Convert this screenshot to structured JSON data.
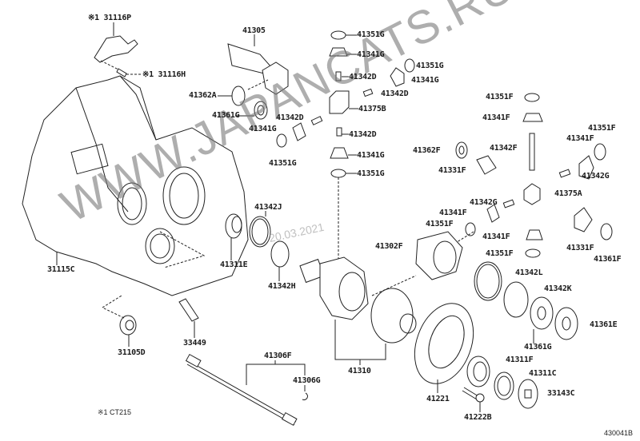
{
  "diagram": {
    "type": "exploded parts diagram",
    "subject": "transaxle housing and differential",
    "footnote": "※1 CT215",
    "diagram_code": "430041B",
    "watermark": "WWW.JAPANCATS.RU",
    "date_stamp": "20.03.2021"
  },
  "parts": [
    {
      "id": "p1",
      "number": "※1 31116P"
    },
    {
      "id": "p2",
      "number": "※1 31116H"
    },
    {
      "id": "p3",
      "number": "41305"
    },
    {
      "id": "p4",
      "number": "41362A"
    },
    {
      "id": "p5",
      "number": "41361G"
    },
    {
      "id": "p6",
      "number": "41342D"
    },
    {
      "id": "p7",
      "number": "41341G"
    },
    {
      "id": "p8",
      "number": "41351G"
    },
    {
      "id": "p9",
      "number": "41351G"
    },
    {
      "id": "p10",
      "number": "41341G"
    },
    {
      "id": "p11",
      "number": "41342D"
    },
    {
      "id": "p12",
      "number": "41351G"
    },
    {
      "id": "p13",
      "number": "41341G"
    },
    {
      "id": "p14",
      "number": "41342D"
    },
    {
      "id": "p15",
      "number": "41375B"
    },
    {
      "id": "p16",
      "number": "41342D"
    },
    {
      "id": "p17",
      "number": "41341G"
    },
    {
      "id": "p18",
      "number": "41351G"
    },
    {
      "id": "p19",
      "number": "41351F"
    },
    {
      "id": "p20",
      "number": "41341F"
    },
    {
      "id": "p21",
      "number": "41362F"
    },
    {
      "id": "p22",
      "number": "41342F"
    },
    {
      "id": "p23",
      "number": "41331F"
    },
    {
      "id": "p24",
      "number": "41351F"
    },
    {
      "id": "p25",
      "number": "41341F"
    },
    {
      "id": "p26",
      "number": "41342G"
    },
    {
      "id": "p27",
      "number": "41375A"
    },
    {
      "id": "p28",
      "number": "41342G"
    },
    {
      "id": "p29",
      "number": "41341F"
    },
    {
      "id": "p30",
      "number": "41351F"
    },
    {
      "id": "p31",
      "number": "41341F"
    },
    {
      "id": "p32",
      "number": "41351F"
    },
    {
      "id": "p33",
      "number": "41331F"
    },
    {
      "id": "p34",
      "number": "41361F"
    },
    {
      "id": "p35",
      "number": "41302F"
    },
    {
      "id": "p36",
      "number": "41342J"
    },
    {
      "id": "p37",
      "number": "41311E"
    },
    {
      "id": "p38",
      "number": "41342H"
    },
    {
      "id": "p39",
      "number": "31115C"
    },
    {
      "id": "p40",
      "number": "31105D"
    },
    {
      "id": "p41",
      "number": "33449"
    },
    {
      "id": "p42",
      "number": "41306F"
    },
    {
      "id": "p43",
      "number": "41306G"
    },
    {
      "id": "p44",
      "number": "41310"
    },
    {
      "id": "p45",
      "number": "41342L"
    },
    {
      "id": "p46",
      "number": "41342K"
    },
    {
      "id": "p47",
      "number": "41361G"
    },
    {
      "id": "p48",
      "number": "41361E"
    },
    {
      "id": "p49",
      "number": "41221"
    },
    {
      "id": "p50",
      "number": "41311F"
    },
    {
      "id": "p51",
      "number": "41311C"
    },
    {
      "id": "p52",
      "number": "33143C"
    },
    {
      "id": "p53",
      "number": "41222B"
    }
  ]
}
